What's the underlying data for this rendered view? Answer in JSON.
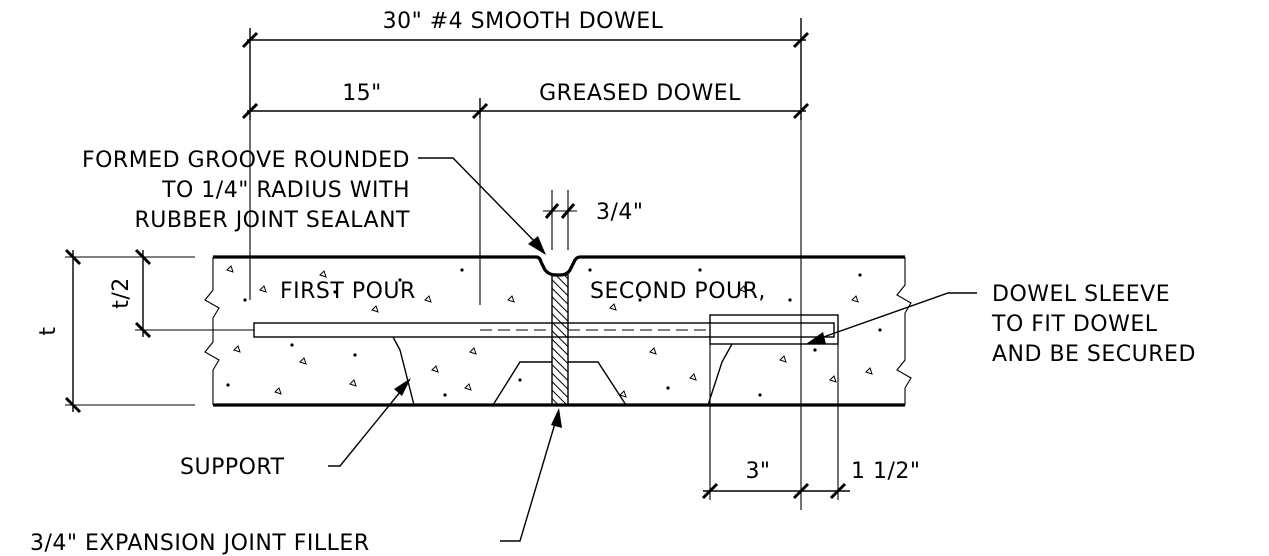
{
  "labels": {
    "smooth_dowel": "30\" #4 SMOOTH DOWEL",
    "half_length": "15\"",
    "greased_dowel": "GREASED DOWEL",
    "groove_line1": "FORMED GROOVE ROUNDED",
    "groove_line2": "TO 1/4\" RADIUS WITH",
    "groove_line3": "RUBBER JOINT SEALANT",
    "joint_width": "3/4\"",
    "first_pour": "FIRST POUR",
    "second_pour": "SECOND POUR,",
    "thickness": "t",
    "half_thickness": "t/2",
    "sleeve_line1": "DOWEL SLEEVE",
    "sleeve_line2": "TO FIT DOWEL",
    "sleeve_line3": "AND BE SECURED",
    "support": "SUPPORT",
    "sleeve_gap": "3\"",
    "sleeve_end": "1 1/2\"",
    "filler": "3/4\" EXPANSION JOINT FILLER"
  }
}
